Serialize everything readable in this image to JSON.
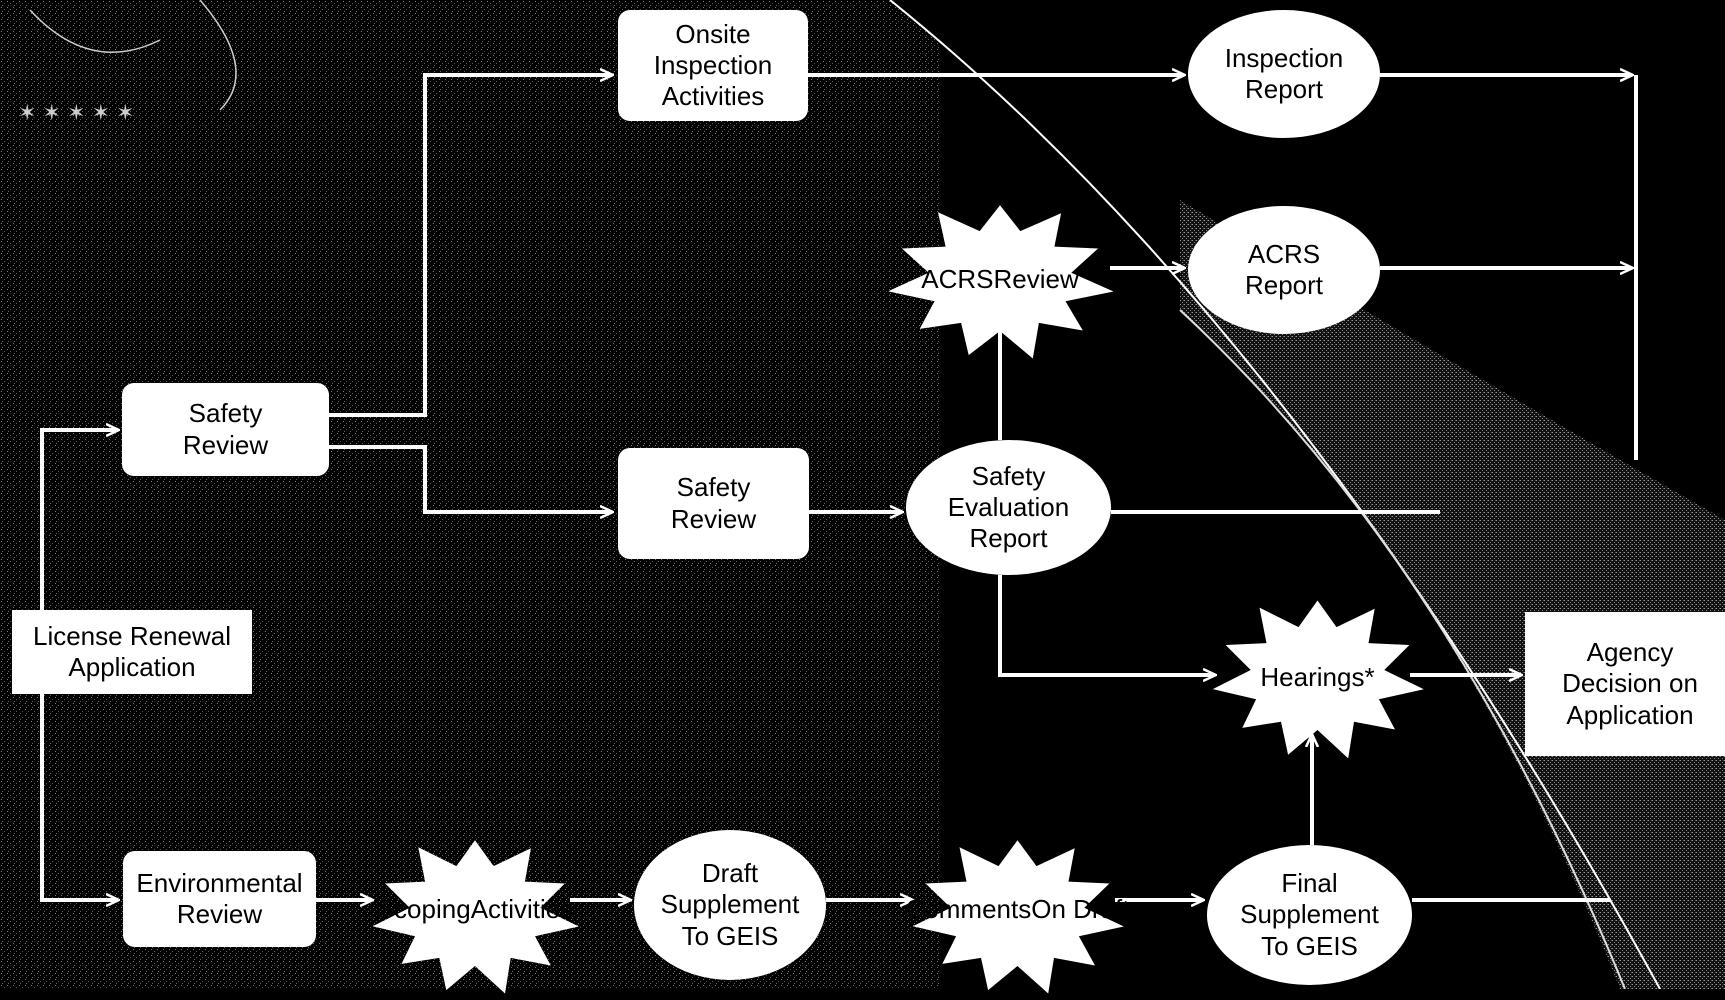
{
  "nodes": {
    "license_renewal": "License Renewal\nApplication",
    "safety_review_main": "Safety\nReview",
    "environmental_review": "Environmental\nReview",
    "onsite_inspection": "Onsite\nInspection\nActivities",
    "safety_review_sub": "Safety\nReview",
    "scoping_activities": "Scoping\nActivities",
    "draft_supplement": "Draft\nSupplement\nTo GEIS",
    "comments_on_draft": "Comments\nOn Draft",
    "final_supplement": "Final\nSupplement\nTo GEIS",
    "safety_evaluation_report": "Safety\nEvaluation\nReport",
    "acrs_review": "ACRS\nReview",
    "acrs_report": "ACRS\nReport",
    "inspection_report": "Inspection\nReport",
    "hearings": "Hearings*",
    "agency_decision": "Agency\nDecision on\nApplication"
  },
  "colors": {
    "background": "#000000",
    "foreground": "#ffffff",
    "text": "#000000"
  }
}
